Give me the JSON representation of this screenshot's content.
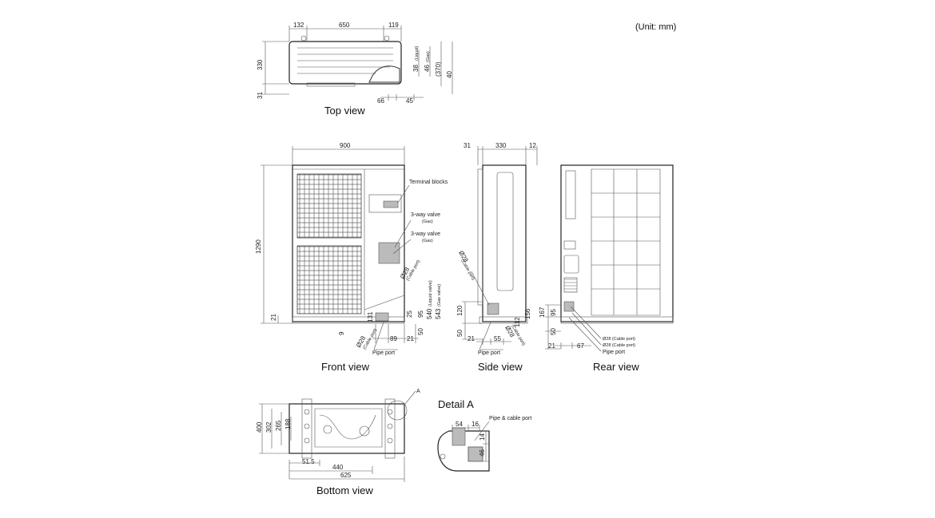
{
  "unit_note": "(Unit: mm)",
  "views": {
    "top": "Top view",
    "front": "Front view",
    "side": "Side view",
    "rear": "Rear view",
    "bottom": "Bottom view",
    "detail": "Detail A"
  },
  "detail_marker": "A",
  "labels": {
    "terminal_blocks": "Terminal blocks",
    "valve_liquid": "3-way valve",
    "valve_liquid_sub": "(Gas)",
    "valve_gas": "3-way valve",
    "valve_gas_sub": "(Gas)",
    "pipe_port": "Pipe port",
    "cable_port": "Ø28 (Cable port)",
    "pipe_cable_port": "Pipe & cable port",
    "cable_port_tiny": "(Cable port)",
    "liquid_tiny": "(Liquid)",
    "gas_tiny": "(Gas)",
    "liquid_valve_tiny": "(Liquid valve)",
    "gas_valve_tiny": "(Gas valve)"
  },
  "dims": {
    "top": {
      "w1": "132",
      "w2": "650",
      "w3": "119",
      "h1": "330",
      "h2": "31",
      "p1": "66",
      "p2": "45",
      "v1": "38",
      "v2": "46",
      "v3": "(370)",
      "v4": "40"
    },
    "front": {
      "width": "900",
      "height": "1290",
      "foot": "21",
      "d9": "9",
      "d131": "131",
      "d89": "89",
      "d21": "21",
      "d25": "25",
      "d95": "95",
      "d50": "50",
      "d540": "540",
      "d543": "543",
      "d28a": "Ø28",
      "d28b": "Ø28"
    },
    "side": {
      "d31": "31",
      "d330": "330",
      "d12": "12",
      "d120": "120",
      "d50": "50",
      "d21": "21",
      "d55": "55",
      "d112": "112",
      "d156": "156",
      "d28a": "Ø28",
      "d28b": "Ø28"
    },
    "rear": {
      "d167": "167",
      "d95": "95",
      "d50": "50",
      "d21": "21",
      "d67": "67",
      "c1": "Ø28 (Cable port)",
      "c2": "Ø28 (Cable port)"
    },
    "bottom": {
      "d400": "400",
      "d302": "302",
      "d265": "265",
      "d188": "188",
      "d515": "51.5",
      "d440": "440",
      "d625": "625"
    },
    "detail": {
      "d54": "54",
      "d16": "16",
      "d14": "14",
      "d46": "46"
    }
  }
}
